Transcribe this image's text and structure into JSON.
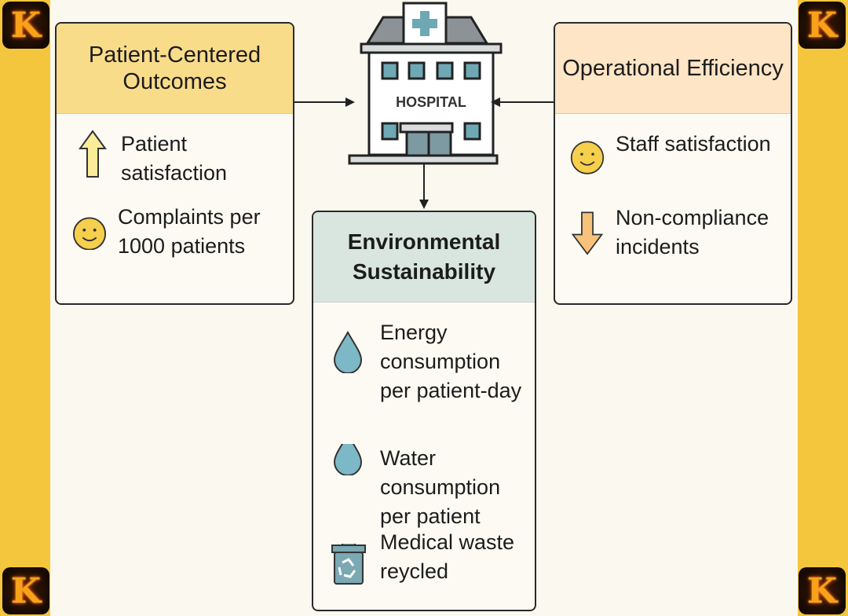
{
  "hospital": {
    "label": "HOSPITAL"
  },
  "logo": {
    "letter": "K"
  },
  "left_box": {
    "title": "Patient-Centered Outcomes",
    "items": [
      {
        "icon": "up-arrow-icon",
        "label": "Patient satisfaction"
      },
      {
        "icon": "smiley-icon",
        "label": "Complaints per 1000 patients"
      }
    ]
  },
  "right_box": {
    "title": "Operational Efficiency",
    "items": [
      {
        "icon": "smiley-icon",
        "label": "Staff satisfaction"
      },
      {
        "icon": "down-arrow-icon",
        "label": "Non-compliance incidents"
      }
    ]
  },
  "center_box": {
    "title": "Environmental Sustainability",
    "items": [
      {
        "icon": "water-drop-icon",
        "label": "Energy consumption per patient-day"
      },
      {
        "icon": "water-drop-icon",
        "label": "Water consumption per patient"
      },
      {
        "icon": "recycle-bin-icon",
        "label": "Medical waste reycled"
      }
    ]
  },
  "colors": {
    "left_header": "#f9dc8a",
    "right_header": "#fde5c6",
    "center_header": "#d8e6df",
    "teal": "#6fa8b5",
    "side": "#f4c63e"
  }
}
